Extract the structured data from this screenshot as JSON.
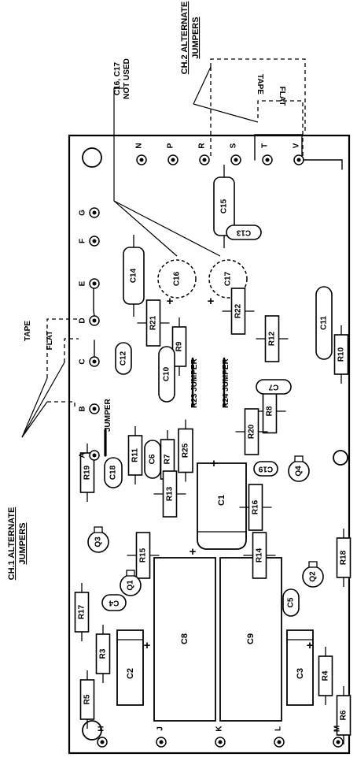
{
  "callouts": {
    "ch1_alternate": "CH.1 ALTERNATE",
    "ch1_jumpers": "JUMPERS",
    "ch2_alternate": "CH.2 ALTERNATE",
    "ch2_jumpers": "JUMPERS",
    "c16_c17": "C16, C17",
    "not_used": "NOT USED",
    "tape_ch1": "TAPE",
    "flat_ch1": "FLAT",
    "tape_ch2": "TAPE",
    "flat_ch2": "FLAT",
    "jumper": "JUMPER",
    "r23_jumper": "R23 JUMPER",
    "r24_jumper": "R24 JUMPER"
  },
  "terminals": {
    "top": [
      "N",
      "P",
      "R",
      "S",
      "T",
      "V"
    ],
    "left": [
      "G",
      "F",
      "E",
      "D",
      "C",
      "B",
      "A"
    ],
    "bottom": [
      "H",
      "J",
      "K",
      "L",
      "M"
    ]
  },
  "resistors": [
    "R21",
    "R22",
    "R9",
    "R12",
    "R10",
    "R8",
    "R20",
    "R11",
    "R7",
    "R25",
    "R19",
    "R13",
    "R16",
    "R15",
    "R14",
    "R17",
    "R18",
    "R3",
    "R5",
    "R4",
    "R6"
  ],
  "capacitors": [
    "C15",
    "C13",
    "C14",
    "C16",
    "C17",
    "C12",
    "C10",
    "C11",
    "C7",
    "C6",
    "C19",
    "C18",
    "C1",
    "C4",
    "C5",
    "C8",
    "C9",
    "C2",
    "C3"
  ],
  "transistors": [
    "Q4",
    "Q3",
    "Q2",
    "Q1"
  ],
  "polarity": "+"
}
